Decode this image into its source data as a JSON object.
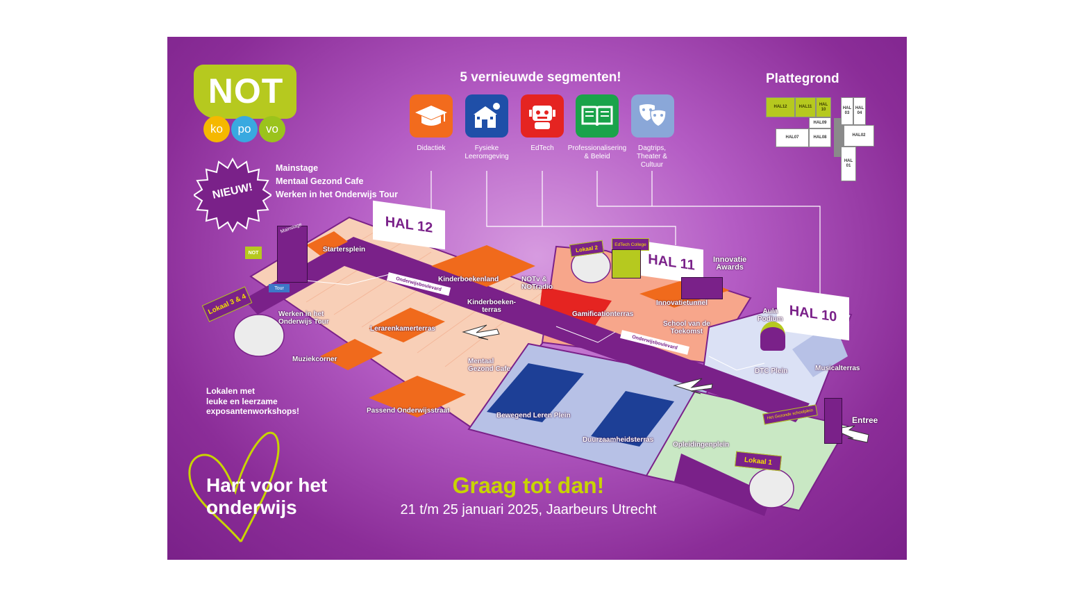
{
  "logo": {
    "main": "NOT",
    "sub": [
      "ko",
      "po",
      "vo"
    ]
  },
  "nieuw": {
    "badge": "NIEUW!",
    "items": [
      "Mainstage",
      "Mentaal Gezond Cafe",
      "Werken in het Onderwijs Tour"
    ]
  },
  "segments": {
    "title": "5 vernieuwde segmenten!",
    "items": [
      {
        "label": "Didactiek",
        "color": "#f26b1d",
        "icon": "graduation-cap-icon"
      },
      {
        "label": "Fysieke\nLeeromgeving",
        "color": "#1f4fa8",
        "icon": "school-building-icon"
      },
      {
        "label": "EdTech",
        "color": "#e52421",
        "icon": "robot-icon"
      },
      {
        "label": "Professionalisering\n& Beleid",
        "color": "#1aa34a",
        "icon": "book-icon"
      },
      {
        "label": "Dagtrips,\nTheater &\nCultuur",
        "color": "#8aa7d8",
        "icon": "theater-masks-icon"
      }
    ]
  },
  "plattegrond": {
    "title": "Plattegrond",
    "halls": [
      "HAL12",
      "HAL11",
      "HAL\n10",
      "HAL\n03",
      "HAL\n04",
      "HAL09",
      "HAL07",
      "HAL08",
      "HAL02",
      "HAL\n01"
    ]
  },
  "halls": {
    "hal12": "HAL 12",
    "hal11": "HAL 11",
    "hal10": "HAL 10"
  },
  "map_labels": {
    "startersplein": "Startersplein",
    "kinderboekenland": "Kinderboekenland",
    "notv": "NOTv &\nNOTradio",
    "kinderboekenterras": "Kinderboeken-\nterras",
    "lokaal2": "Lokaal 2",
    "edtech_college": "EdTech College",
    "innovatie_awards": "Innovatie\nAwards",
    "innovatietunnel": "Innovatietunnel",
    "gamificationterras": "Gamificationterras",
    "school_toekomst": "School van de\nToekomst",
    "aula_podium": "Aula\nPodium",
    "musicalterras": "Musicalterras",
    "dtc_plein": "DTC Plein",
    "onderwijsboulevard": "Onderwijsboulevard",
    "werken_tour": "Werken in het\nOnderwijs Tour",
    "lerarenkamerterras": "Lerarenkamerterras",
    "muziekcorner": "Muziekcorner",
    "mentaal_cafe": "Mentaal\nGezond Cafe",
    "bewegend_leren": "Bewegend Leren Plein",
    "duurzaamheidsterras": "Duurzaamheidsterras",
    "passend_onderwijs": "Passend Onderwijsstraat",
    "opleidingenplein": "Opleidingenplein",
    "lokaal1": "Lokaal 1",
    "lokaal34": "Lokaal 3 & 4",
    "mainstage": "Mainstage",
    "tour": "Tour",
    "gezonde_schoolplein": "Het Gezonde schoolplein",
    "entree": "Entree",
    "lokalen_text": "Lokalen met\nleuke en leerzame\nexposantenworkshops!"
  },
  "footer": {
    "hart": "Hart voor het\nonderwijs",
    "graag": "Graag tot dan!",
    "date": "21 t/m 25 januari 2025, Jaarbeurs Utrecht"
  },
  "colors": {
    "purple": "#8b2d98",
    "lime": "#b6c91f",
    "salmon": "#f8cfb7",
    "orange": "#f06a1c",
    "blue_floor": "#b7c1e6",
    "navy": "#1d3f96",
    "green_floor": "#c9e8c4",
    "red": "#e52421",
    "white": "#ffffff"
  }
}
